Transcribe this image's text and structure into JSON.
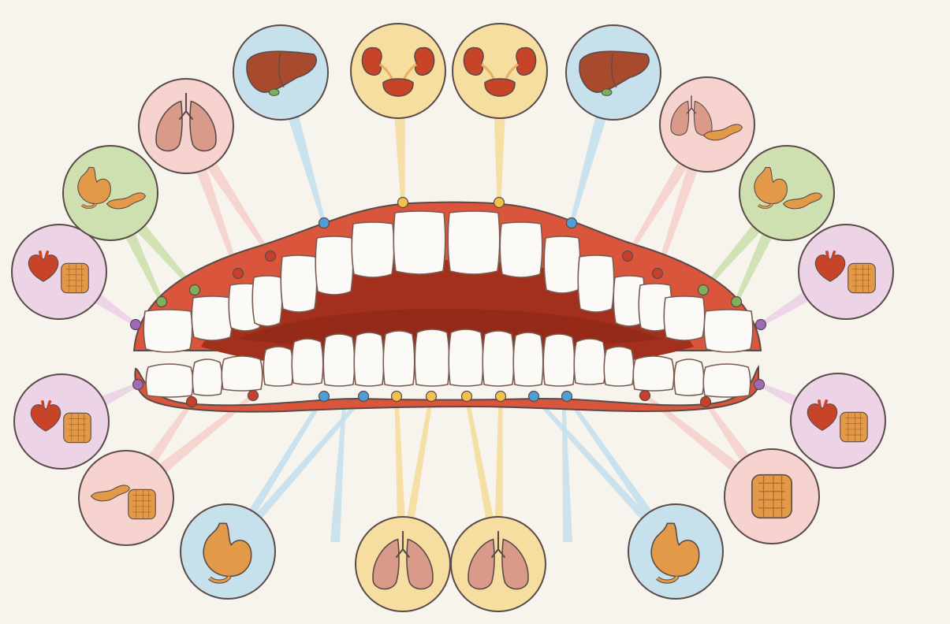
{
  "colors": {
    "background": "#f7f4ee",
    "gum": "#d9553c",
    "gum_dark": "#b83a25",
    "mouth_inner": "#a3301c",
    "tooth": "#fbfaf6",
    "tooth_outline": "#7a5a50",
    "outline": "#5a4a48",
    "organ_red": "#c84428",
    "organ_liver": "#a84a2e",
    "organ_orange": "#e39a48",
    "organ_lung": "#d99a8a"
  },
  "circle_fills": {
    "pink": "#f6d3cf",
    "green": "#cfe0b0",
    "blue": "#c6e0ec",
    "yellow": "#f6dda0",
    "purple": "#ecd3e6"
  },
  "dot_colors": {
    "pink": "#c8402c",
    "green": "#7fb05a",
    "blue": "#4f9fd6",
    "yellow": "#f1c14b",
    "purple": "#a06ab8"
  },
  "organ_circles": [
    {
      "id": "upper-left-1",
      "organs": [
        "heart",
        "intestine"
      ],
      "color": "purple"
    },
    {
      "id": "upper-left-2",
      "organs": [
        "stomach",
        "pancreas"
      ],
      "color": "green"
    },
    {
      "id": "upper-left-3",
      "organs": [
        "lungs"
      ],
      "color": "pink"
    },
    {
      "id": "upper-left-4",
      "organs": [
        "liver"
      ],
      "color": "blue"
    },
    {
      "id": "upper-left-5",
      "organs": [
        "kidneys"
      ],
      "color": "yellow"
    },
    {
      "id": "upper-right-5",
      "organs": [
        "kidneys"
      ],
      "color": "yellow"
    },
    {
      "id": "upper-right-4",
      "organs": [
        "liver"
      ],
      "color": "blue"
    },
    {
      "id": "upper-right-3",
      "organs": [
        "lungs",
        "pancreas"
      ],
      "color": "pink"
    },
    {
      "id": "upper-right-2",
      "organs": [
        "stomach",
        "pancreas"
      ],
      "color": "green"
    },
    {
      "id": "upper-right-1",
      "organs": [
        "heart",
        "intestine"
      ],
      "color": "purple"
    },
    {
      "id": "lower-left-1",
      "organs": [
        "heart",
        "intestine"
      ],
      "color": "purple"
    },
    {
      "id": "lower-left-2",
      "organs": [
        "pancreas",
        "intestine"
      ],
      "color": "pink"
    },
    {
      "id": "lower-left-3",
      "organs": [
        "stomach"
      ],
      "color": "blue"
    },
    {
      "id": "lower-left-4",
      "organs": [
        "lungs"
      ],
      "color": "yellow"
    },
    {
      "id": "lower-right-4",
      "organs": [
        "lungs"
      ],
      "color": "yellow"
    },
    {
      "id": "lower-right-3",
      "organs": [
        "stomach"
      ],
      "color": "blue"
    },
    {
      "id": "lower-right-2",
      "organs": [
        "intestine"
      ],
      "color": "pink"
    },
    {
      "id": "lower-right-1",
      "organs": [
        "heart",
        "intestine"
      ],
      "color": "purple"
    }
  ]
}
